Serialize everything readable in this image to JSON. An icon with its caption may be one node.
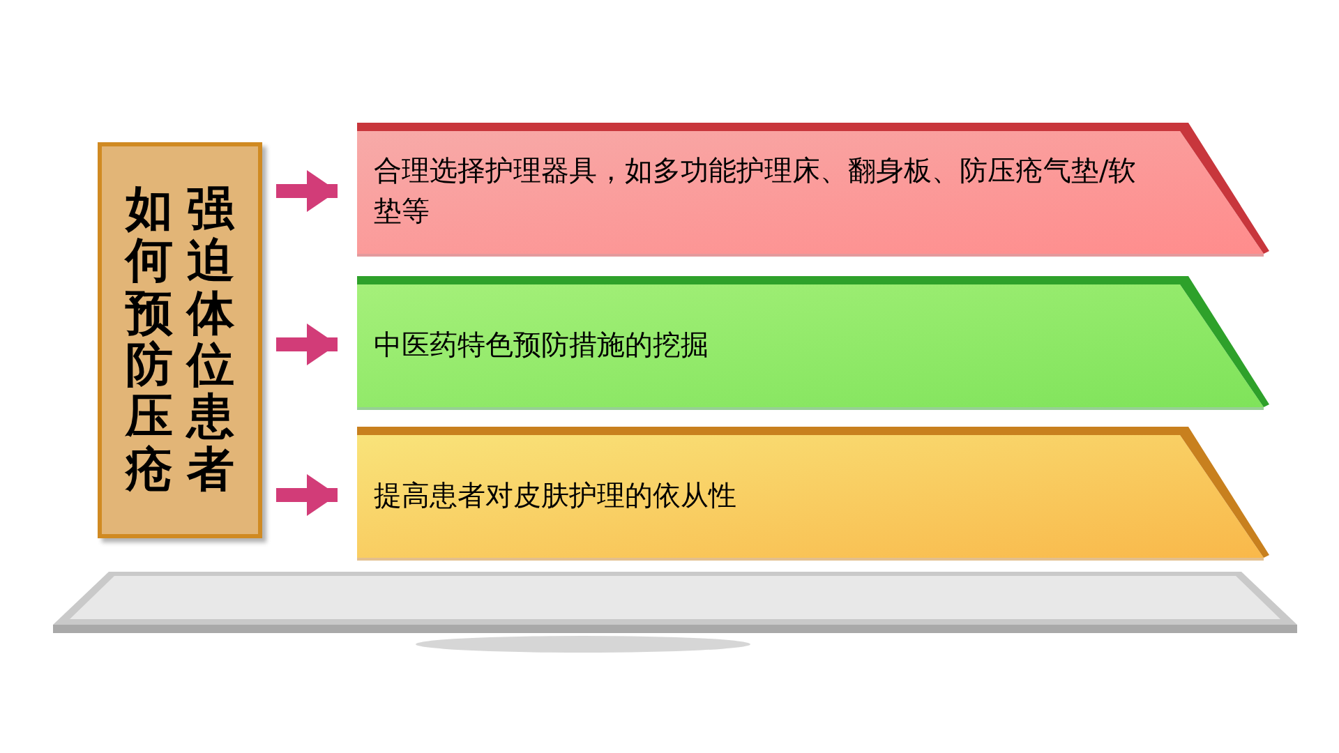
{
  "diagram": {
    "nodes": [
      {
        "text": [
          "如何预防压疮",
          "强迫体位患者"
        ]
      },
      {
        "text": [
          "合理选择护理器具，如多功能护理床、翻身板、防压疮气垫/软垫等"
        ]
      },
      {
        "text": [
          "中医药特色预防措施的挖掘"
        ]
      },
      {
        "text": [
          "提高患者对皮肤护理的依从性"
        ]
      }
    ],
    "edges": [
      {
        "from": 0,
        "to": 1,
        "arrow": "to"
      },
      {
        "from": 0,
        "to": 2,
        "arrow": "to"
      },
      {
        "from": 0,
        "to": 3,
        "arrow": "to"
      }
    ]
  }
}
